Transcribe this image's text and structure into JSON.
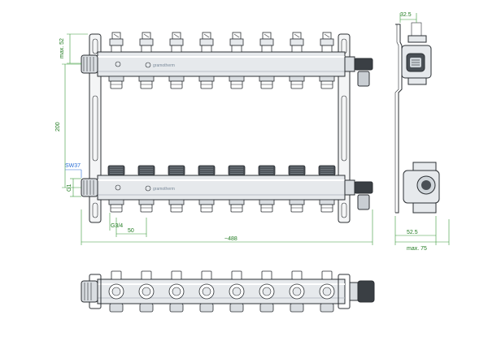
{
  "front_view": {
    "outlet_count": 8,
    "top_dim": "max. 52",
    "height_dim": "200",
    "wrench_dim": "SW37",
    "thread_dim": "G1",
    "outlet_thread_dim": "G3/4",
    "spacing_dim": "50",
    "width_dim": "~488",
    "logo": "gramotherm"
  },
  "side_view": {
    "top_dim": "32.5",
    "bottom_dim": "52.5",
    "depth_dim": "max. 75"
  },
  "colors": {
    "line": "#2b2f33",
    "dimension": "#3a9a3a",
    "dimension_blue": "#2a6fd6",
    "body": "#e6e9ec"
  }
}
